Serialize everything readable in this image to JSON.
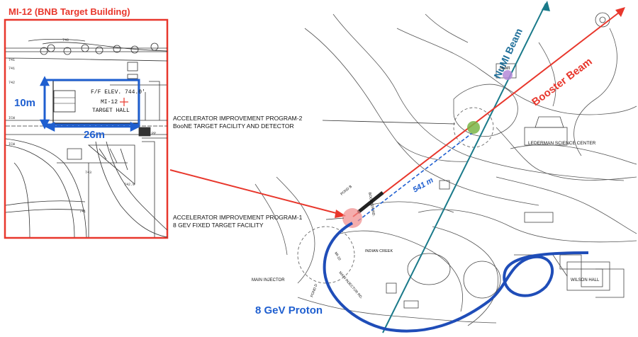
{
  "inset": {
    "title": "MI-12 (BNB Target Building)",
    "hall_line1": "F/F ELEV. 744.0'",
    "hall_line2": "MI-12",
    "hall_line3": "TARGET HALL",
    "width_label": "10m",
    "length_label": "26m",
    "small_labels": [
      "741",
      "741",
      "742",
      "740",
      "ICW",
      "ICW",
      "PP",
      "743",
      "742.9",
      "741"
    ]
  },
  "beams": {
    "numi": "NuMI Beam",
    "booster": "Booster Beam",
    "proton": "8 GeV Proton",
    "distance": "541 m"
  },
  "annotations": {
    "aip2_line1": "ACCELERATOR IMPROVEMENT PROGRAM-2",
    "aip2_line2": "BooNE TARGET FACILITY AND DETECTOR",
    "aip1_line1": "ACCELERATOR IMPROVEMENT PROGRAM-1",
    "aip1_line2": "8 GEV FIXED TARGET FACILITY"
  },
  "map_labels": {
    "lederman": "LEDERMAN SCIENCE CENTER",
    "numi": "NuMI",
    "indian_creek": "INDIAN CREEK",
    "main_injector": "MAIN INJECTOR",
    "wilson_hall": "WILSON HALL",
    "pond_b": "POND B",
    "pond_d": "POND D",
    "booster_rd": "BOOSTER RD.",
    "main_injector_rd": "MAIN INJECTOR RD.",
    "mi10": "MI-10"
  },
  "colors": {
    "red": "#e8372c",
    "blue": "#1f5fd0",
    "teal": "#1a7a8a",
    "darkblue": "#1f4db8"
  }
}
